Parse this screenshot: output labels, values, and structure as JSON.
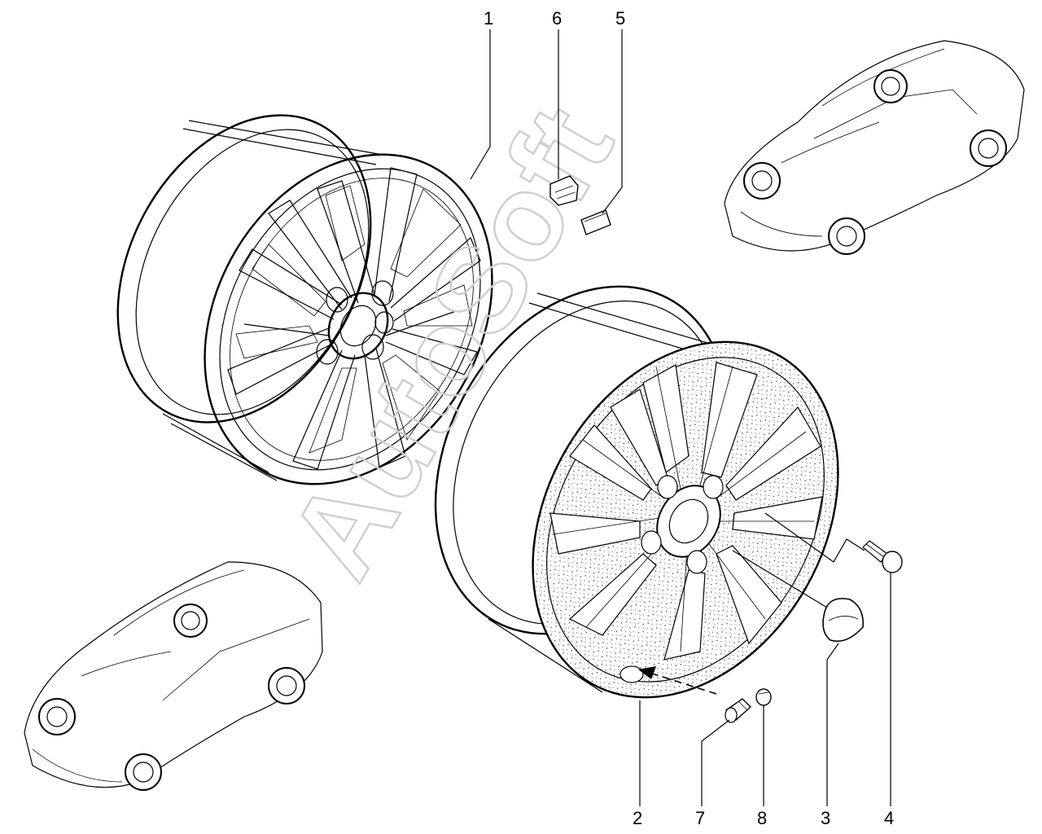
{
  "diagram": {
    "watermark": "AutoSoft",
    "callouts": [
      {
        "id": "1",
        "label": "1"
      },
      {
        "id": "6",
        "label": "6"
      },
      {
        "id": "5",
        "label": "5"
      },
      {
        "id": "2",
        "label": "2"
      },
      {
        "id": "7",
        "label": "7"
      },
      {
        "id": "8",
        "label": "8"
      },
      {
        "id": "3",
        "label": "3"
      },
      {
        "id": "4",
        "label": "4"
      }
    ],
    "parts": [
      {
        "id": "wheel-rim",
        "callout": "1"
      },
      {
        "id": "alloy-wheel-assembly",
        "callout": "2"
      },
      {
        "id": "hub-cap",
        "callout": "3"
      },
      {
        "id": "wheel-bolt",
        "callout": "4"
      },
      {
        "id": "balance-weight-flat",
        "callout": "5"
      },
      {
        "id": "balance-weight-clip",
        "callout": "6"
      },
      {
        "id": "tire-valve",
        "callout": "7"
      },
      {
        "id": "valve-cap",
        "callout": "8"
      }
    ],
    "colors": {
      "line": "#000000",
      "watermark": "#cfcfcf",
      "background": "#ffffff"
    }
  }
}
